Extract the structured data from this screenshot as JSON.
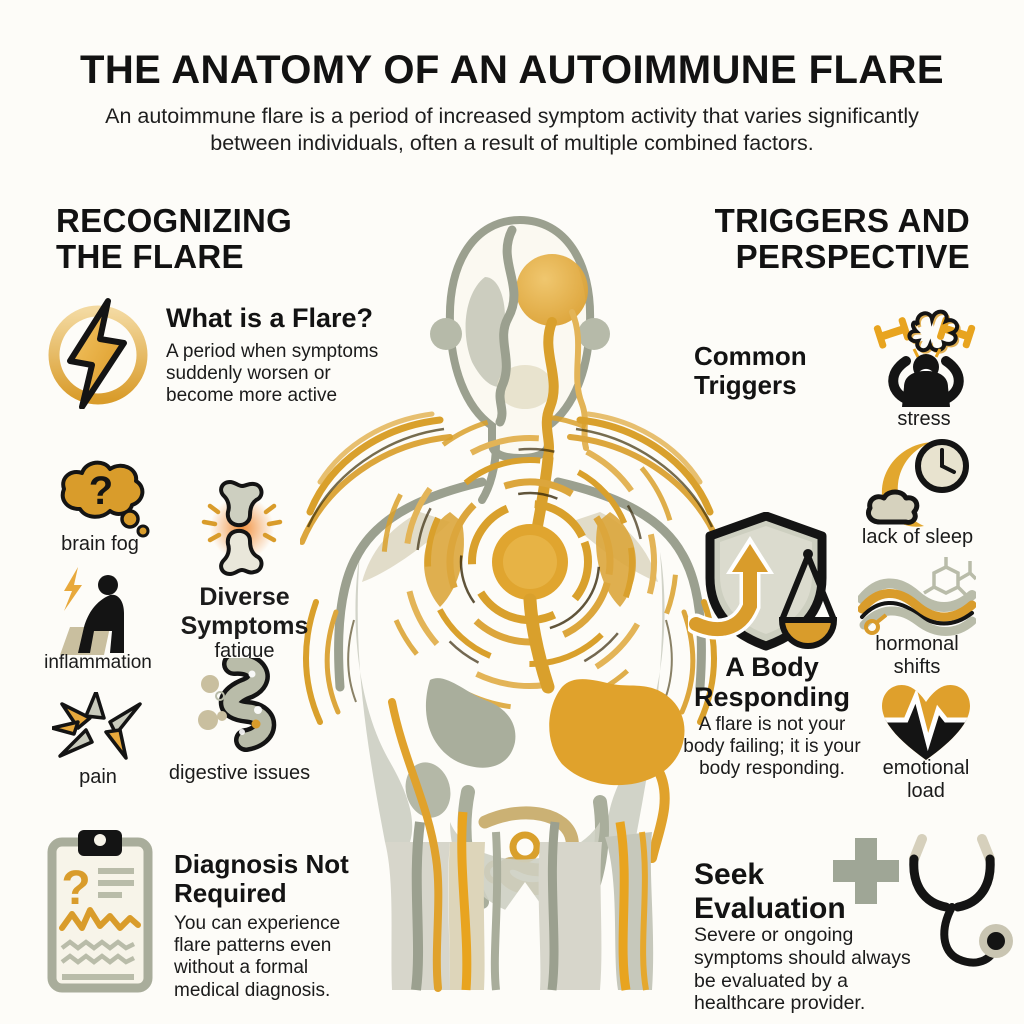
{
  "header": {
    "title": "THE ANATOMY OF AN AUTOIMMUNE FLARE",
    "subtitle": "An autoimmune flare is a period of increased symptom activity that varies significantly between individuals, often a result of multiple combined factors."
  },
  "left_column": {
    "header": "RECOGNIZING THE FLARE",
    "what_is_flare": {
      "icon": "lightning-bolt",
      "heading": "What is a Flare?",
      "body": "A period when symptoms suddenly worsen or become more active"
    },
    "diverse_symptoms": {
      "heading": "Diverse Symptoms",
      "labels": {
        "brain_fog": "brain fog",
        "fatigue": "fatigue",
        "inflammation": "inflammation",
        "pain": "pain",
        "digestive_issues": "digestive issues"
      },
      "icons": {
        "brain_fog": "thought-cloud-question",
        "fatigue": "inflamed-joint",
        "inflammation": "slumped-person-bolt",
        "pain": "sharp-shards",
        "digestive_issues": "intestine"
      }
    },
    "diagnosis_not_required": {
      "icon": "clipboard-question",
      "heading": "Diagnosis Not Required",
      "body": "You can experience flare patterns even without a formal medical diagnosis."
    }
  },
  "right_column": {
    "header": "TRIGGERS AND PERSPECTIVE",
    "common_triggers": {
      "heading": "Common Triggers",
      "labels": {
        "stress": "stress",
        "lack_of_sleep": "lack of sleep",
        "hormonal_shifts": "hormonal shifts",
        "emotional_load": "emotional load"
      },
      "icons": {
        "stress": "stressed-person-dumbbells",
        "lack_of_sleep": "moon-clock-cloud",
        "hormonal_shifts": "waves-molecule",
        "emotional_load": "heart-ekg"
      }
    },
    "body_responding": {
      "icon": "shield-arrow-scale",
      "heading": "A Body Responding",
      "body": "A flare is not your body failing; it is your body responding."
    },
    "seek_evaluation": {
      "icons": [
        "medical-cross",
        "stethoscope"
      ],
      "heading": "Seek Evaluation",
      "body": "Severe or ongoing symptoms should always be evaluated by a healthcare provider."
    }
  },
  "center": {
    "illustration": "abstract-human-body-with-flare-ripples"
  },
  "colors": {
    "gold": "#D99C2B",
    "gold_light": "#E8B84B",
    "olive_gray": "#9EA28F",
    "tan": "#CFC5A5",
    "ink": "#161616",
    "background": "#FDFCF8",
    "glow_orange": "#F07F1F"
  }
}
